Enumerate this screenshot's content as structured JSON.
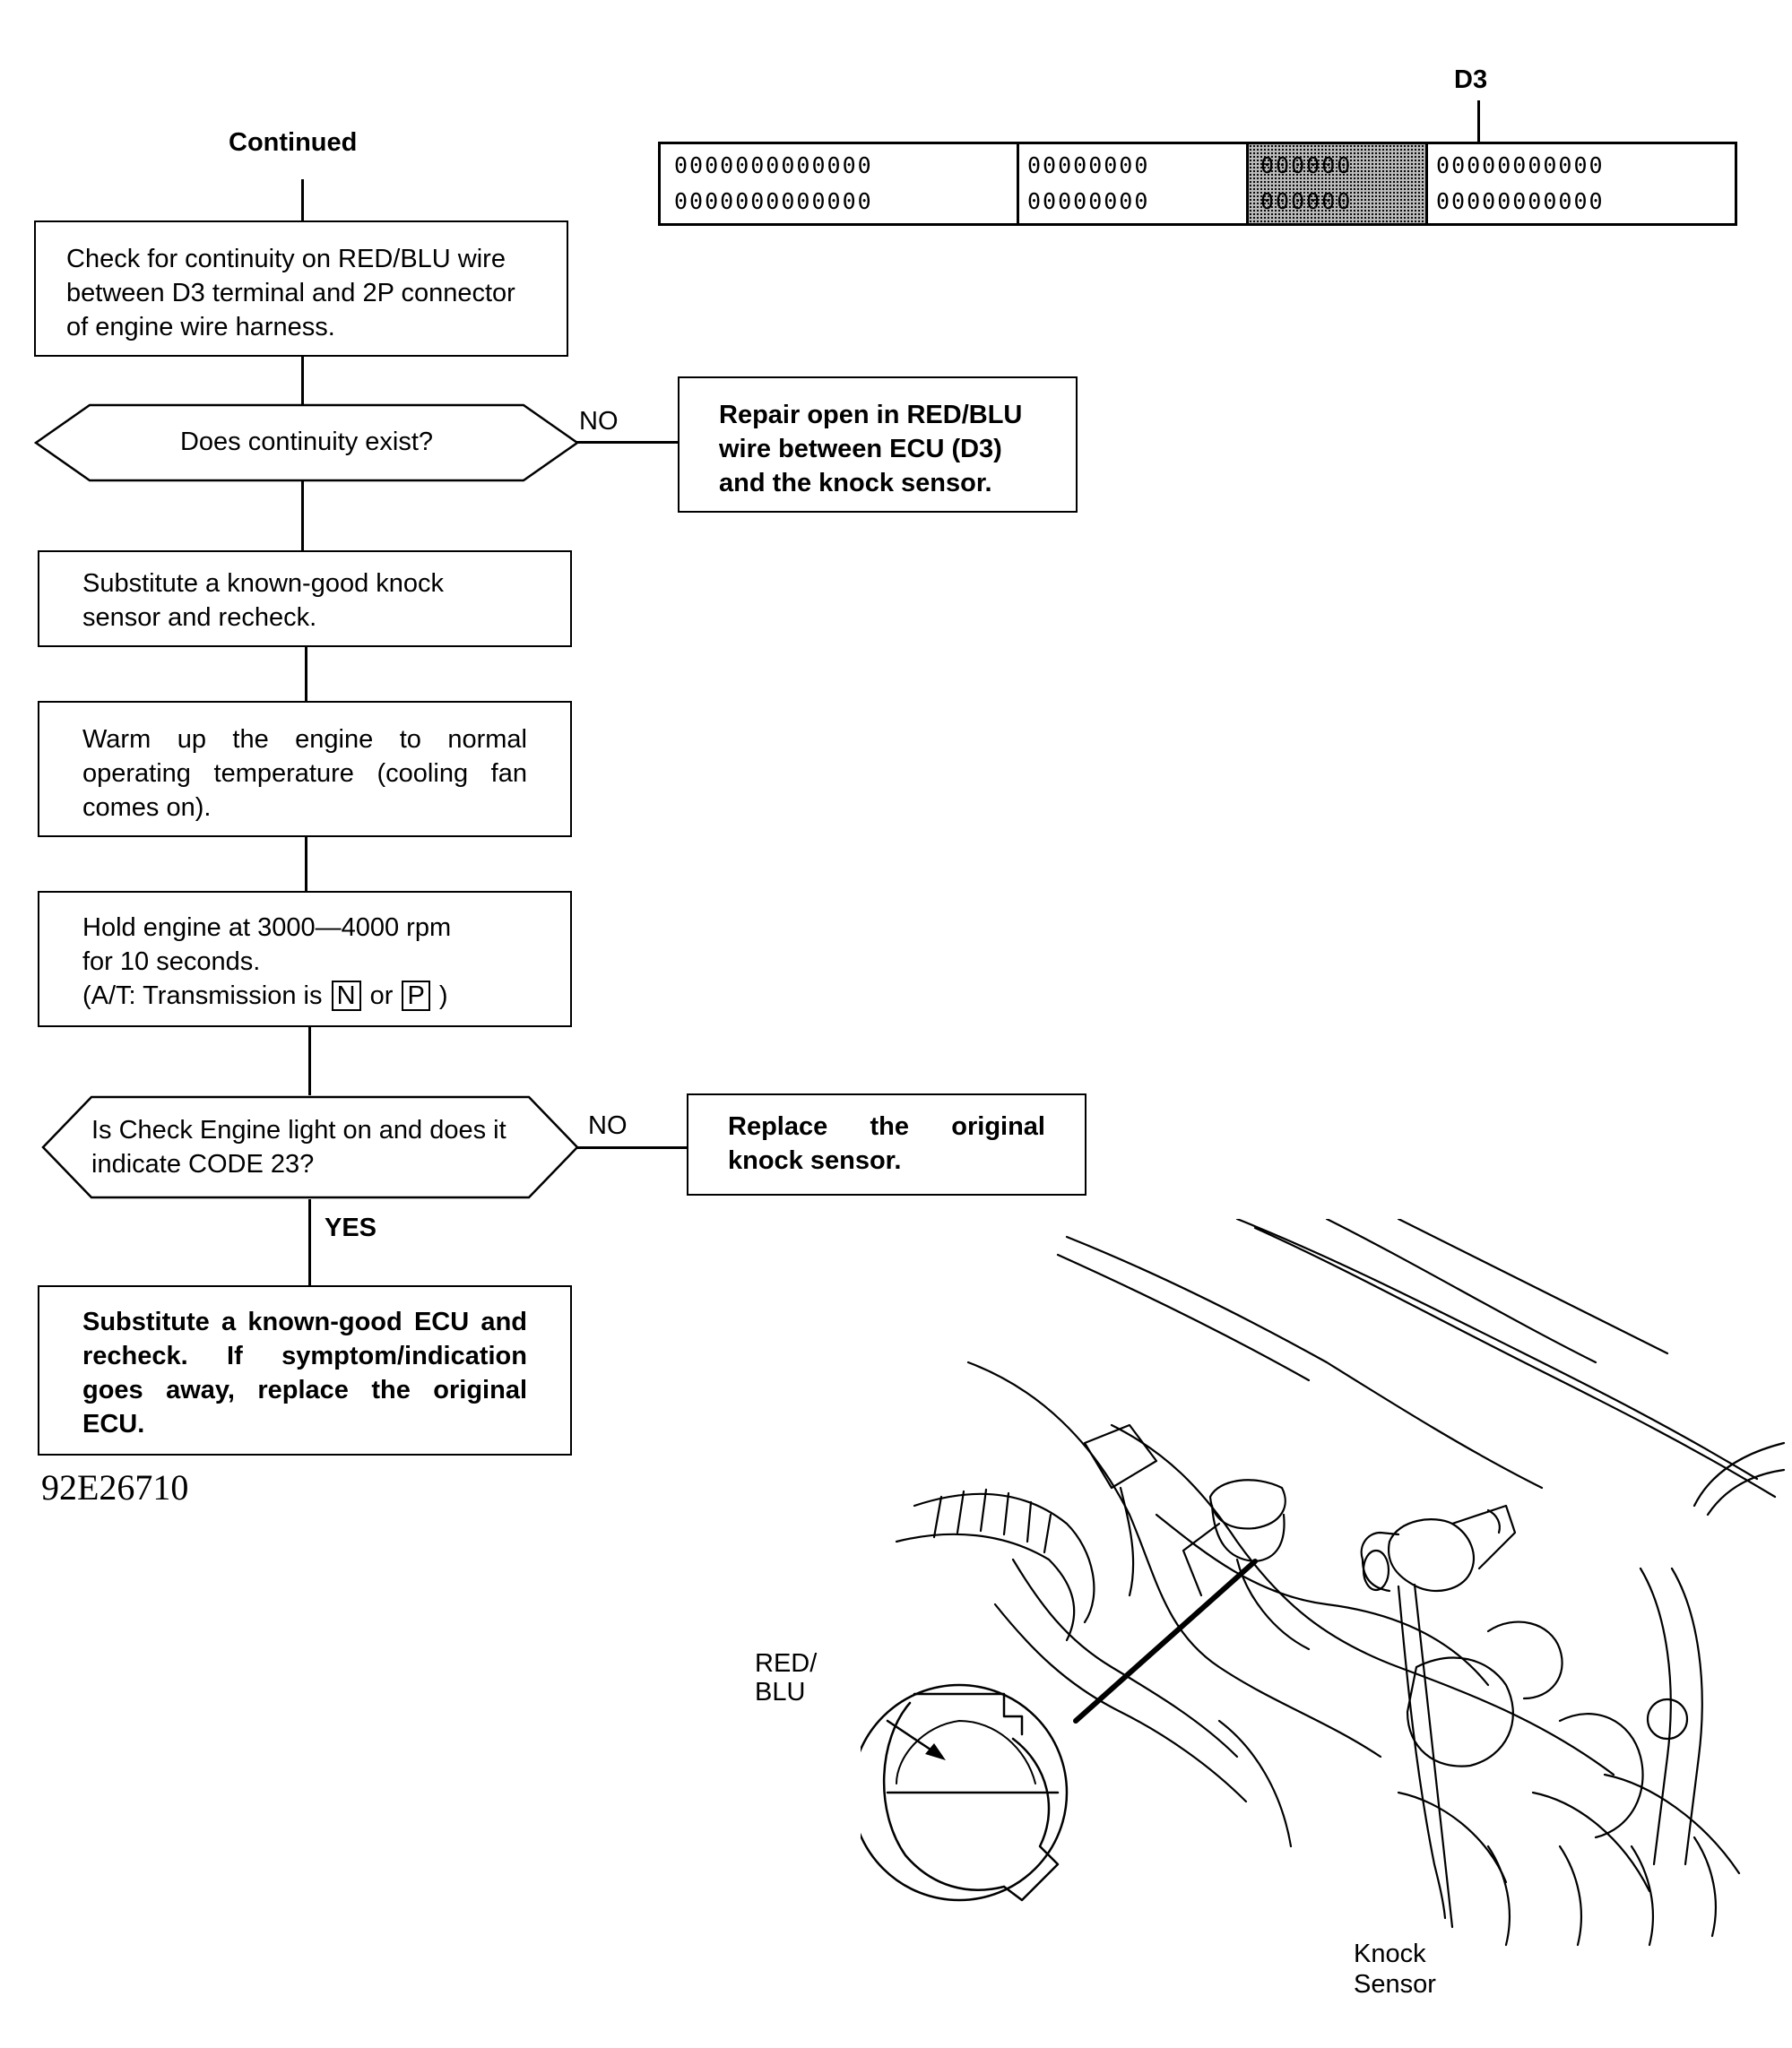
{
  "flow": {
    "continued": "Continued",
    "step1": "Check for continuity on RED/BLU wire between D3 terminal and 2P connector of engine wire harness.",
    "decision1": "Does continuity exist?",
    "no1": "NO",
    "result1": "Repair open in RED/BLU wire between ECU (D3) and the knock sensor.",
    "step2": "Substitute a known-good knock sensor and recheck.",
    "step3": "Warm up the engine to normal operating temperature (cooling fan comes on).",
    "step4_line1": "Hold engine at 3000—4000 rpm",
    "step4_line2": "for 10 seconds.",
    "step4_line3_pre": "(A/T: Transmission is",
    "step4_key1": "N",
    "step4_or": "or",
    "step4_key2": "P",
    "step4_end": ")",
    "decision2": "Is Check Engine light on and does it indicate CODE 23?",
    "no2": "NO",
    "result2": "Replace the original knock sensor.",
    "yes": "YES",
    "step5": "Substitute a known-good ECU and recheck. If symptom/indication goes away, replace the original ECU."
  },
  "figure_code": "92E26710",
  "connector": {
    "terminal_label": "D3",
    "section1_row": "0000000000000",
    "section2_row": "00000000",
    "section3_row": "000000",
    "section4_row1": "0000000000",
    "section4_row2": "00000000000"
  },
  "illustration": {
    "wire_label_line1": "RED/",
    "wire_label_line2": "BLU",
    "sensor_label_line1": "Knock",
    "sensor_label_line2": "Sensor"
  }
}
